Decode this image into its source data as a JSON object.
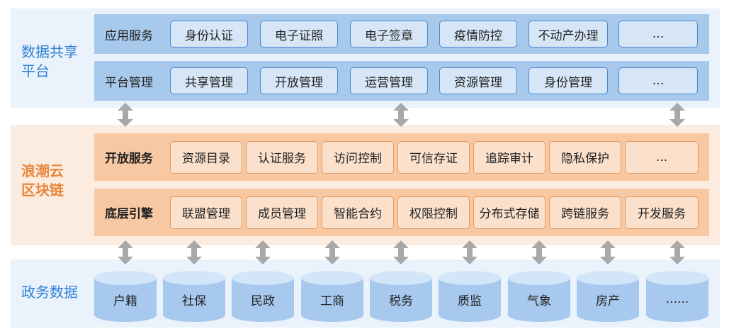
{
  "layers": {
    "platform": {
      "label_line1": "数据共享",
      "label_line2": "平台",
      "rows": [
        {
          "title": "应用服务",
          "items": [
            "身份认证",
            "电子证照",
            "电子签章",
            "疫情防控",
            "不动产办理",
            "..."
          ]
        },
        {
          "title": "平台管理",
          "items": [
            "共享管理",
            "开放管理",
            "运营管理",
            "资源管理",
            "身份管理",
            "..."
          ]
        }
      ]
    },
    "blockchain": {
      "label_line1": "浪潮云",
      "label_line2": "区块链",
      "rows": [
        {
          "title": "开放服务",
          "items": [
            "资源目录",
            "认证服务",
            "访问控制",
            "可信存证",
            "追踪审计",
            "隐私保护",
            "..."
          ]
        },
        {
          "title": "底层引擎",
          "items": [
            "联盟管理",
            "成员管理",
            "智能合约",
            "权限控制",
            "分布式存储",
            "跨链服务",
            "开发服务"
          ]
        }
      ]
    },
    "data": {
      "label": "政务数据",
      "items": [
        "户籍",
        "社保",
        "民政",
        "工商",
        "税务",
        "质监",
        "气象",
        "房产",
        "......"
      ]
    }
  },
  "colors": {
    "blue_text": "#2e7fd6",
    "orange_text": "#e8873b",
    "blue_row": "#a7c9ec",
    "orange_row": "#f8c8a3",
    "cylinder": "#a8c9ee",
    "arrow": "#a8a8a8"
  }
}
